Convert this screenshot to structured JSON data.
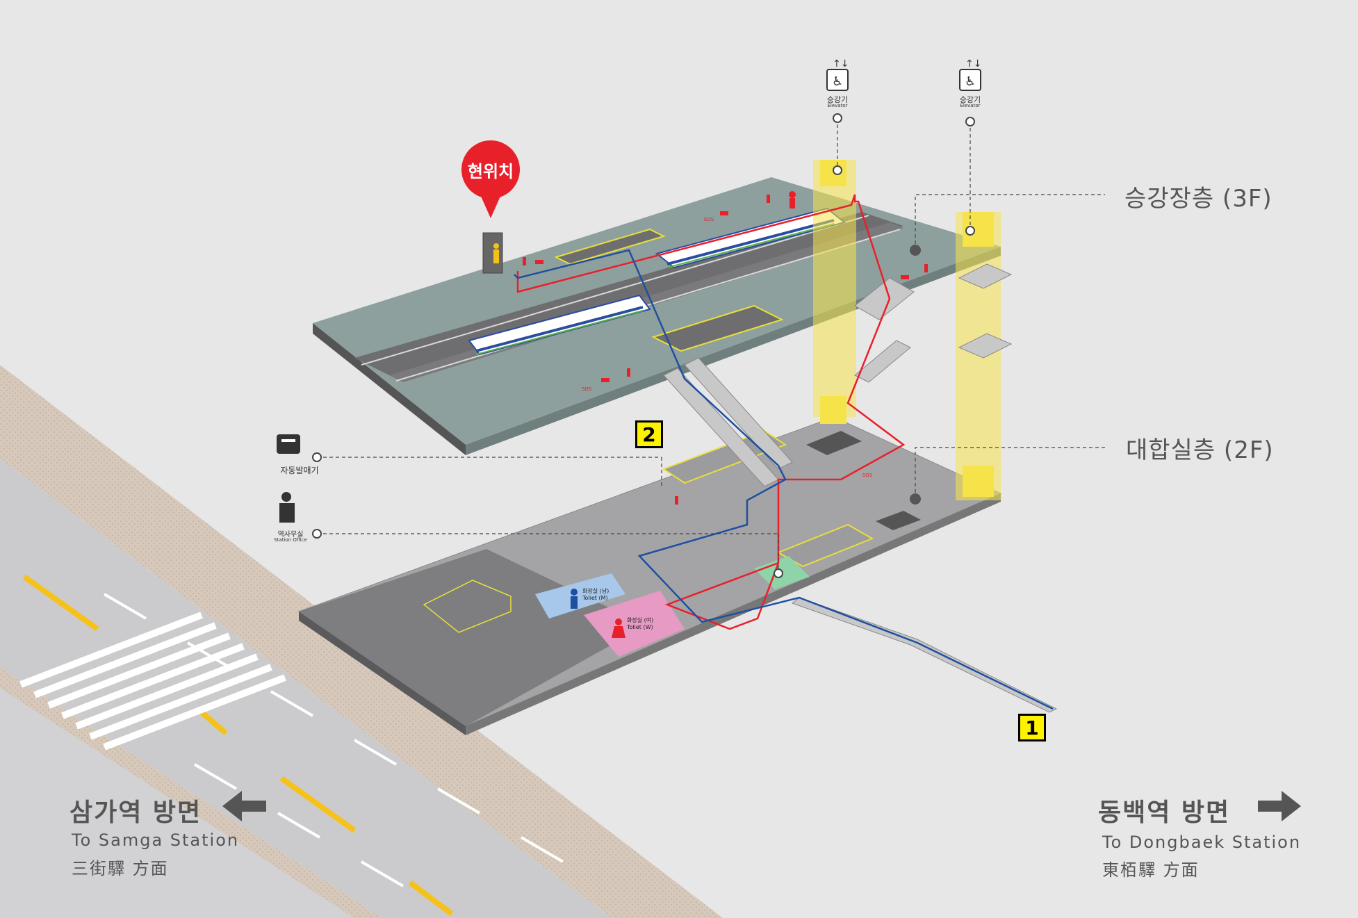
{
  "current_location": "현위치",
  "floors": {
    "platform": "승강장층 (3F)",
    "concourse": "대합실층 (2F)"
  },
  "elevators": [
    {
      "label": "승강기",
      "sub": "Elevator"
    },
    {
      "label": "승강기",
      "sub": "Elevator"
    }
  ],
  "facilities": {
    "ticket_machine": {
      "label": "자동발매기"
    },
    "station_office": {
      "label": "역사무실",
      "sub": "Station Office"
    }
  },
  "toilets": {
    "men": {
      "ko": "화장실 (남)",
      "en": "Toliet (M)"
    },
    "women": {
      "ko": "화장실 (여)",
      "en": "Toliet (W)"
    }
  },
  "sos": "SOS",
  "exits": [
    "1",
    "2"
  ],
  "directions": {
    "left": {
      "ko": "삼가역 방면",
      "en": "To Samga Station",
      "cn": "三街驛 方面"
    },
    "right": {
      "ko": "동백역 방면",
      "en": "To Dongbaek Station",
      "cn": "東栢驛 方面"
    }
  },
  "colors": {
    "background": "#e7e7e8",
    "platform": "#8ea09e",
    "concourse": "#a4a4a6",
    "track": "#6e6e70",
    "route_red": "#e8202a",
    "route_blue": "#1f4fa0",
    "elevator_yellow": "#f6e34a",
    "exit_yellow": "#fff200",
    "toilet_men": "#a7c8ea",
    "toilet_women": "#e79ac4",
    "road": "#c8c8ca",
    "sidewalk": "#d9ccbf",
    "lane_yellow": "#f6c21a"
  },
  "icons": [
    "current-location-pin",
    "elevator-icon",
    "ticket-machine-icon",
    "station-office-icon",
    "men-icon",
    "women-icon",
    "fire-extinguisher-icon",
    "emergency-phone-icon",
    "emergency-exit-icon",
    "arrow-left-icon",
    "arrow-right-icon"
  ]
}
